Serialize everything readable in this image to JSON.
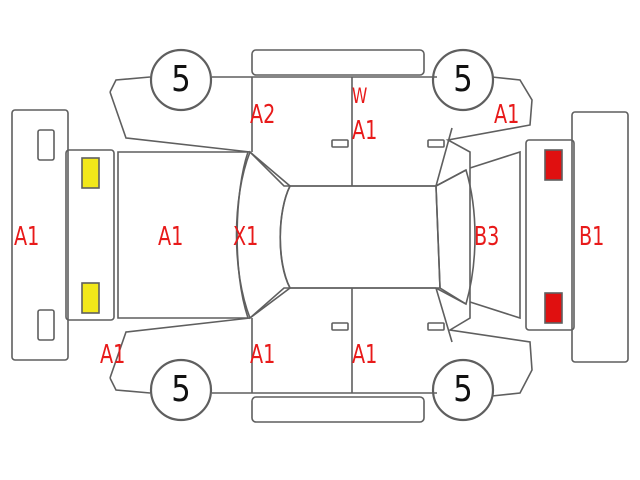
{
  "colors": {
    "line": "#5f5f5f",
    "label": "#e81a1a",
    "front_lamp": "#f2e81a",
    "rear_lamp": "#e01010"
  },
  "tires": {
    "front_left": "5",
    "rear_left": "5",
    "front_right": "5",
    "rear_right": "5"
  },
  "labels": {
    "front_bumper": "A1",
    "hood": "A1",
    "windshield": "X1",
    "front_left_fender": "A2",
    "roof_mark": "W",
    "roof_side": "A1",
    "rear_left_quarter": "A1",
    "rear_glass": "B3",
    "rear_bumper": "B1",
    "front_right_fender": "A1",
    "front_right_door": "A1",
    "rear_right_door": "A1"
  }
}
